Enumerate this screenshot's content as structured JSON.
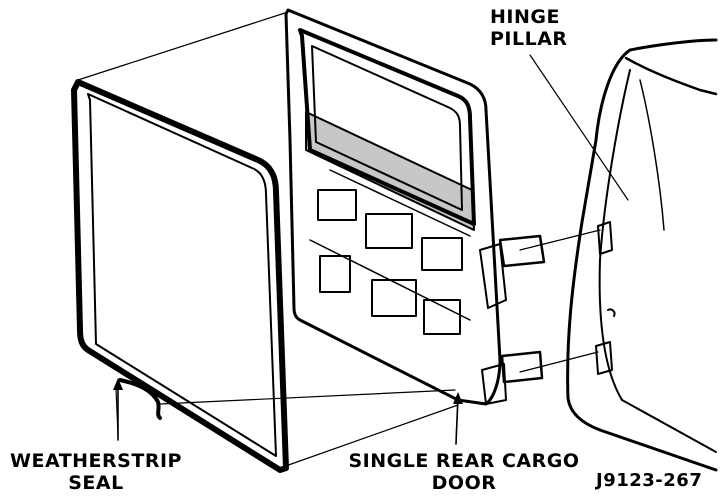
{
  "labels": {
    "hinge_pillar": [
      "HINGE",
      "PILLAR"
    ],
    "weatherstrip_seal": [
      "WEATHERSTRIP",
      "SEAL"
    ],
    "rear_cargo_door": [
      "SINGLE REAR CARGO",
      "DOOR"
    ],
    "figure_code": "J9123-267"
  },
  "colors": {
    "ink": "#000000",
    "paper": "#ffffff"
  }
}
